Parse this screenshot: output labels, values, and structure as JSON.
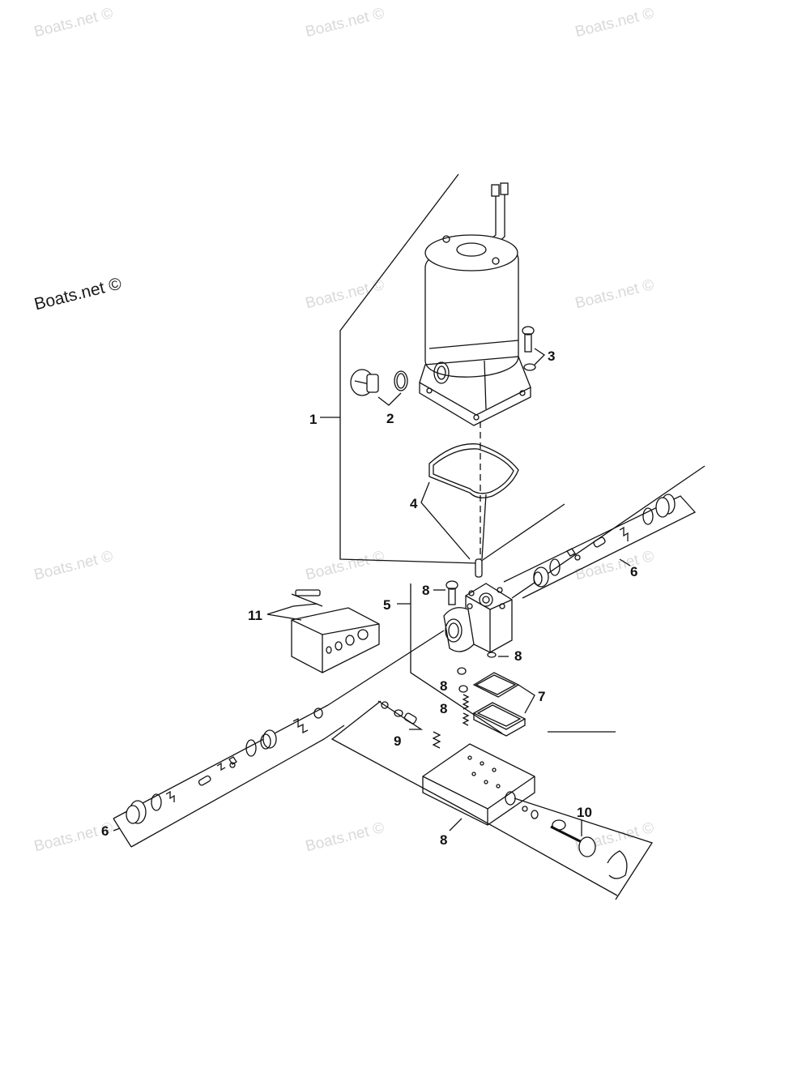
{
  "watermark": {
    "main": "Boats.net ©",
    "faint": "Boats.net ©"
  },
  "callouts": {
    "c1": "1",
    "c2": "2",
    "c3": "3",
    "c4": "4",
    "c5": "5",
    "c6a": "6",
    "c6b": "6",
    "c7": "7",
    "c8a": "8",
    "c8b": "8",
    "c8c": "8",
    "c8d": "8",
    "c8e": "8",
    "c9": "9",
    "c10": "10",
    "c11": "11"
  }
}
